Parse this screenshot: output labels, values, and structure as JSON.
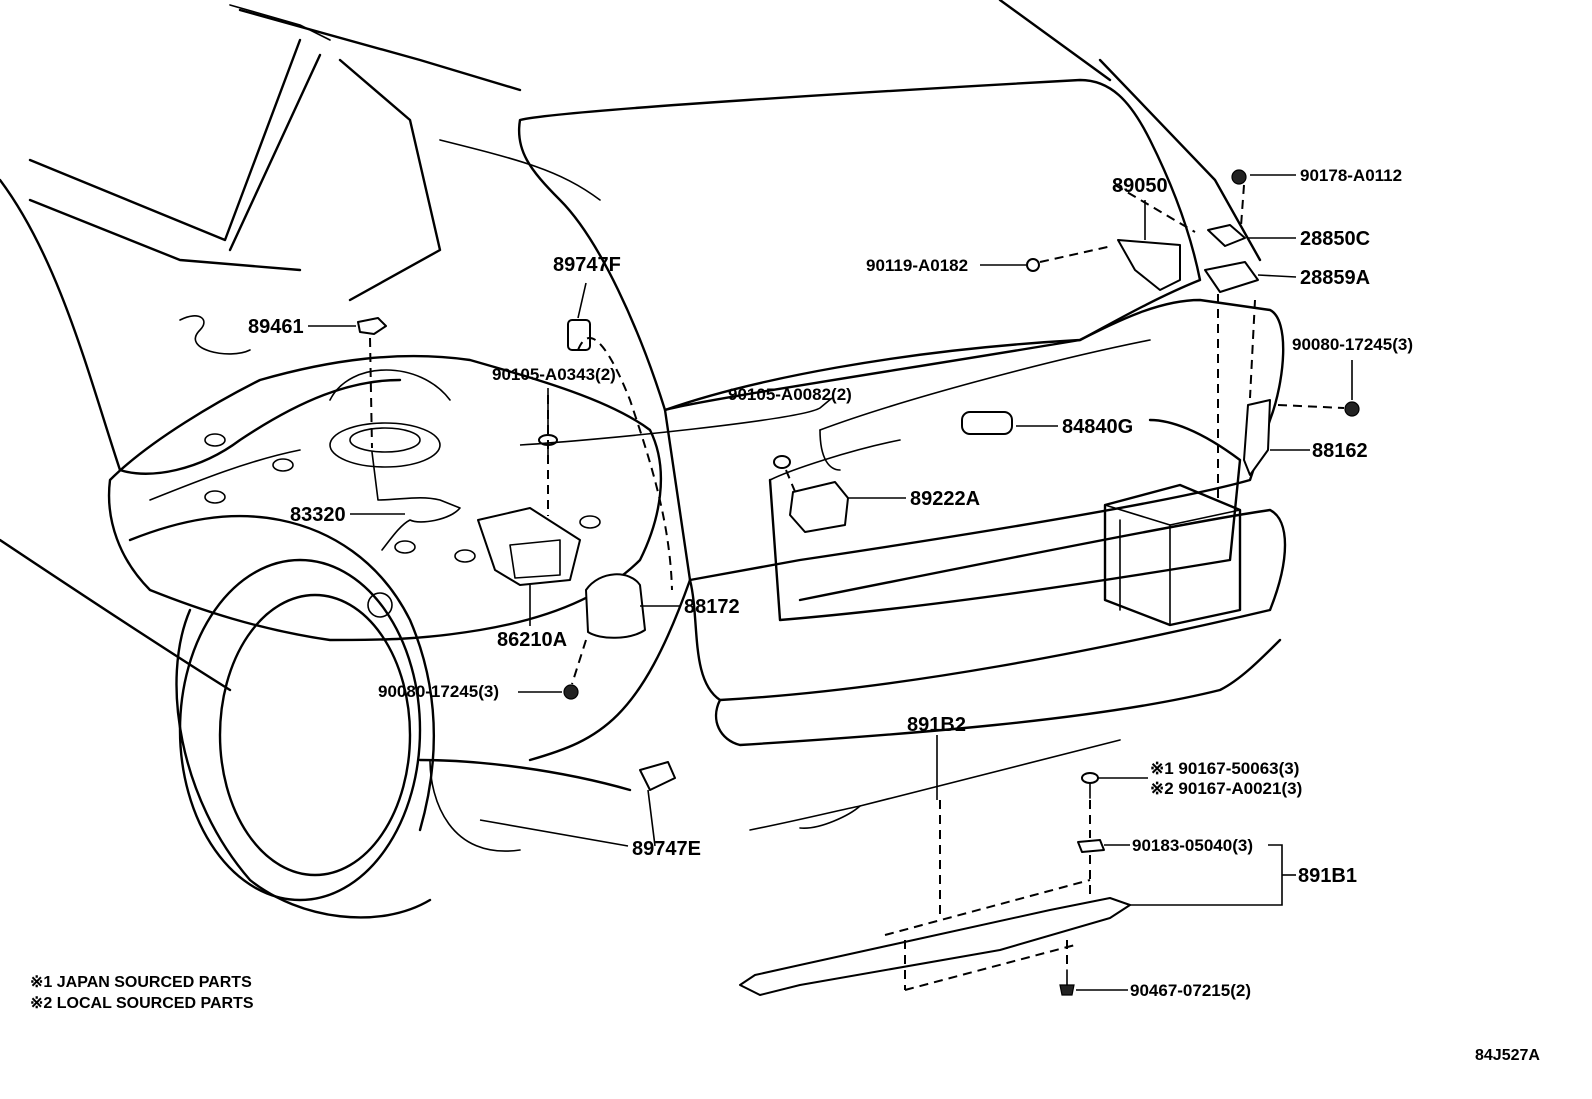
{
  "labels": {
    "p89461": "89461",
    "p89747F": "89747F",
    "p90105_A0343": "90105-A0343(2)",
    "p90105_A0082": "90105-A0082(2)",
    "p83320": "83320",
    "p86210A": "86210A",
    "p88172": "88172",
    "p90080_left": "90080-17245(3)",
    "p89050": "89050",
    "p90119_A0182": "90119-A0182",
    "p90178_A0112": "90178-A0112",
    "p28850C": "28850C",
    "p28859A": "28859A",
    "p90080_right": "90080-17245(3)",
    "p84840G": "84840G",
    "p88162": "88162",
    "p89222A": "89222A",
    "p891B2": "891B2",
    "p90167_50063": "※1 90167-50063(3)",
    "p90167_A0021": "※2 90167-A0021(3)",
    "p90183_05040": "90183-05040(3)",
    "p891B1": "891B1",
    "p90467_07215": "90467-07215(2)",
    "p89747E": "89747E"
  },
  "notes": {
    "japan": "※1 JAPAN SOURCED PARTS",
    "local": "※2 LOCAL SOURCED PARTS"
  },
  "figure_id": "84J527A"
}
